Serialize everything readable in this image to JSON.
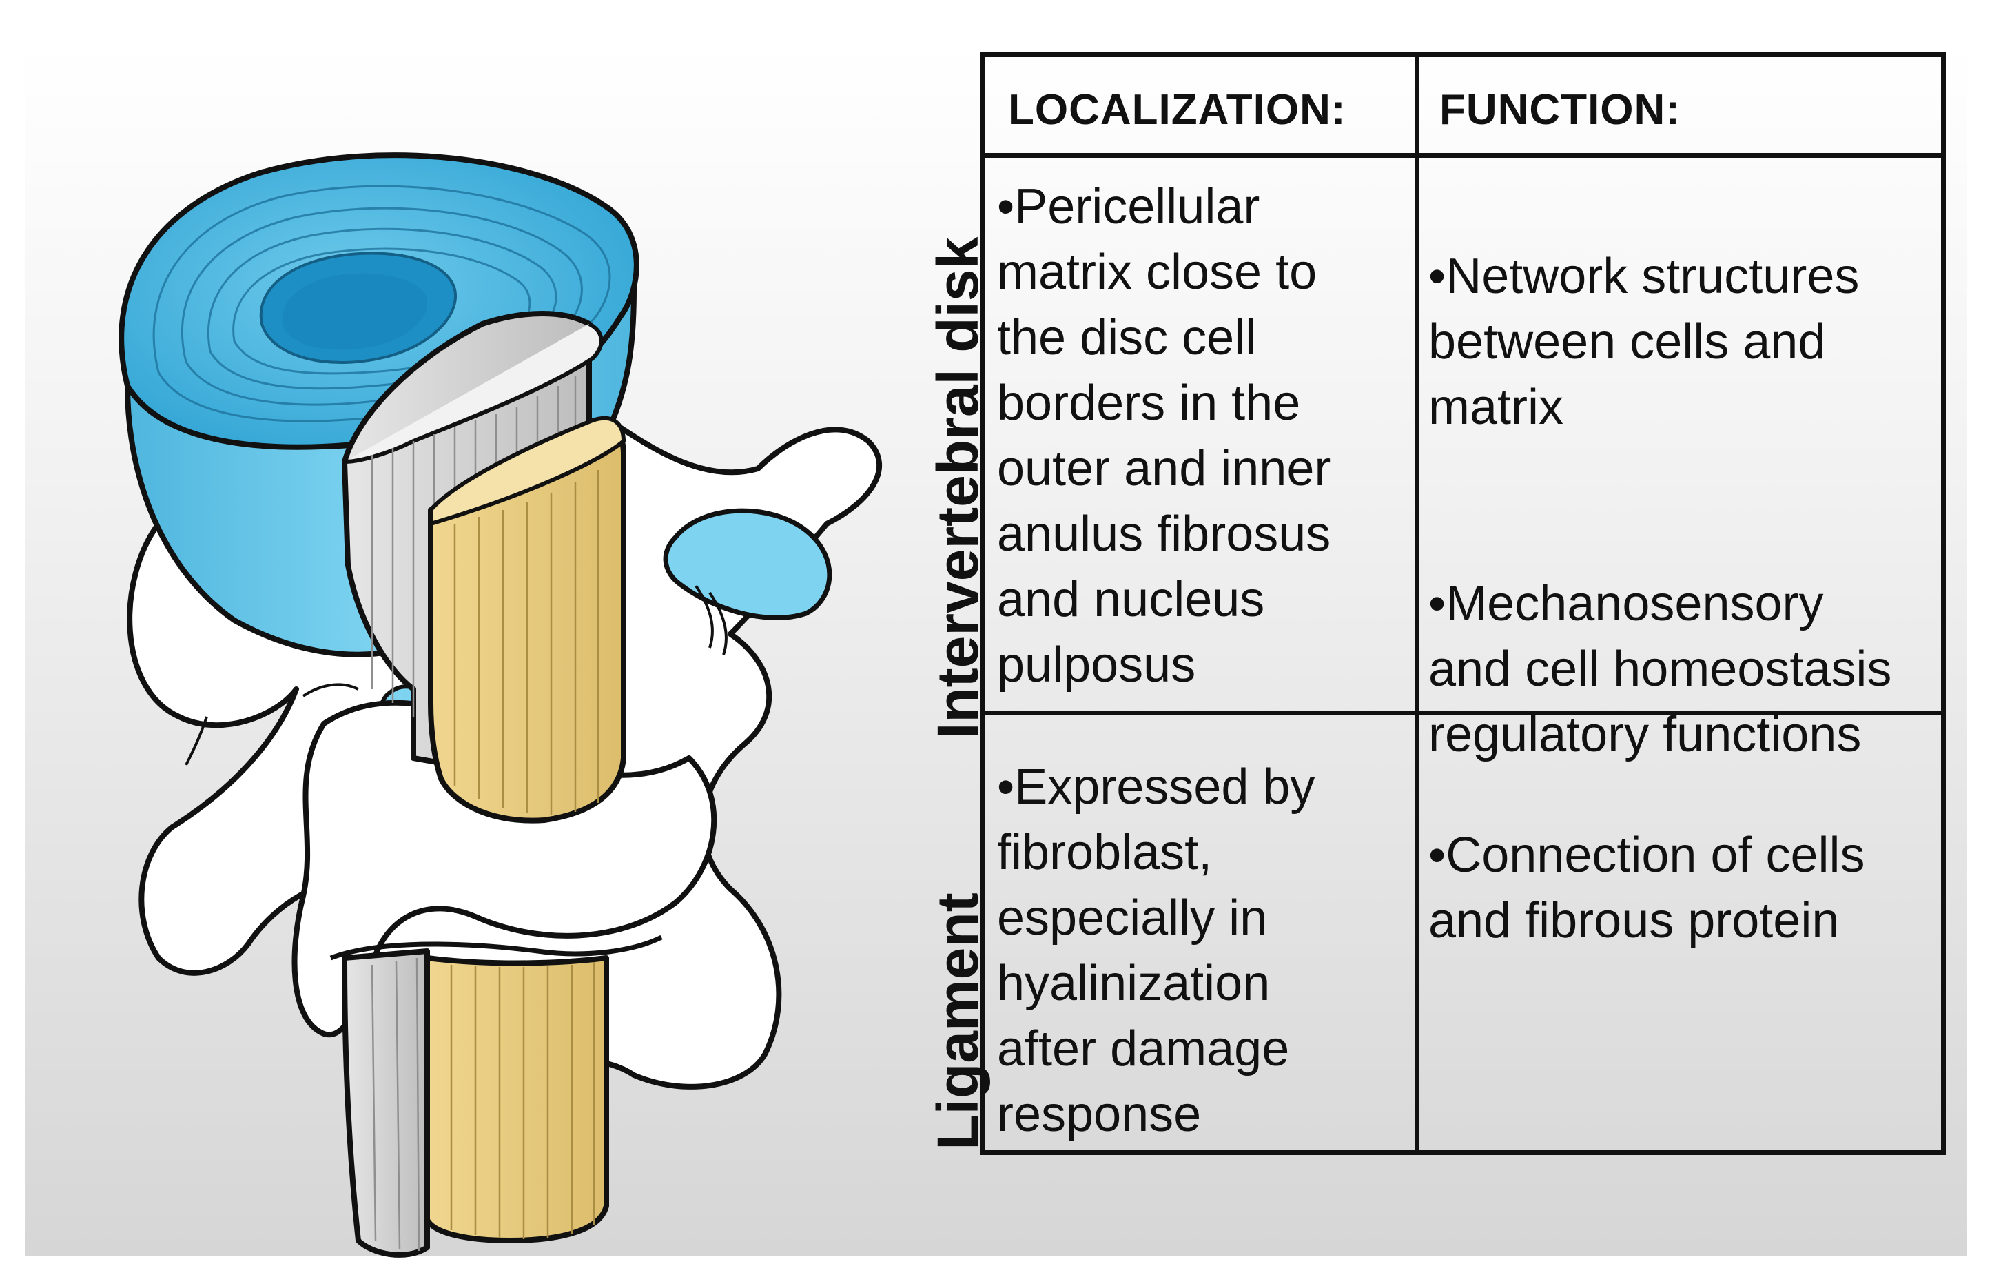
{
  "table": {
    "headers": {
      "localization": "LOCALIZATION:",
      "function": "FUNCTION:"
    },
    "rows": [
      {
        "label": "Intervertebral disk",
        "localization": "•Pericellular\nmatrix close to\nthe disc cell\nborders in the\nouter and inner\nanulus fibrosus\nand nucleus\npulposus",
        "function_1": "•Network structures\nbetween cells and\nmatrix",
        "function_2": "•Mechanosensory\nand cell homeostasis\nregulatory functions"
      },
      {
        "label": "Ligament",
        "localization": "•Expressed by\nfibroblast,\nespecially in\nhyalinization\nafter damage\nresponse",
        "function_1": "•Connection of cells\nand fibrous protein"
      }
    ]
  },
  "colors": {
    "disc_annulus": "#5bc3e8",
    "disc_nucleus": "#1e8fc4",
    "ligament_posterior": "#d4d4d4",
    "ligament_anterior": "#e9cc84",
    "bone": "#ffffff",
    "outline": "#111111"
  },
  "icons": [
    "vertebra-illustration"
  ]
}
